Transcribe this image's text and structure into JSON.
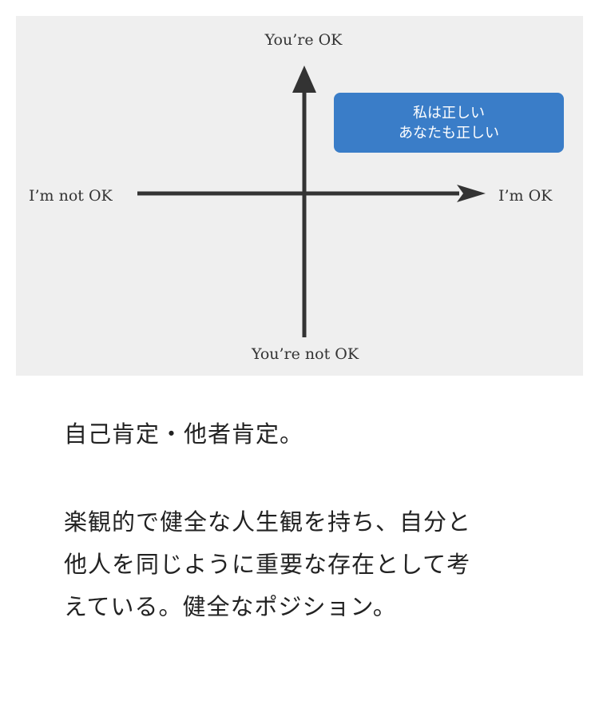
{
  "diagram": {
    "labels": {
      "top": "You’re OK",
      "bottom": "You’re not OK",
      "left": "I’m not OK",
      "right": "I’m OK"
    },
    "highlight": {
      "line1": "私は正しい",
      "line2": "あなたも正しい",
      "color": "#3a7dc8"
    }
  },
  "content": {
    "caption": "自己肯定・他者肯定。",
    "paragraph_lines": [
      "楽観的で健全な人生観を持ち、自分と",
      "他人を同じように重要な存在として考",
      "えている。健全なポジション。"
    ]
  }
}
